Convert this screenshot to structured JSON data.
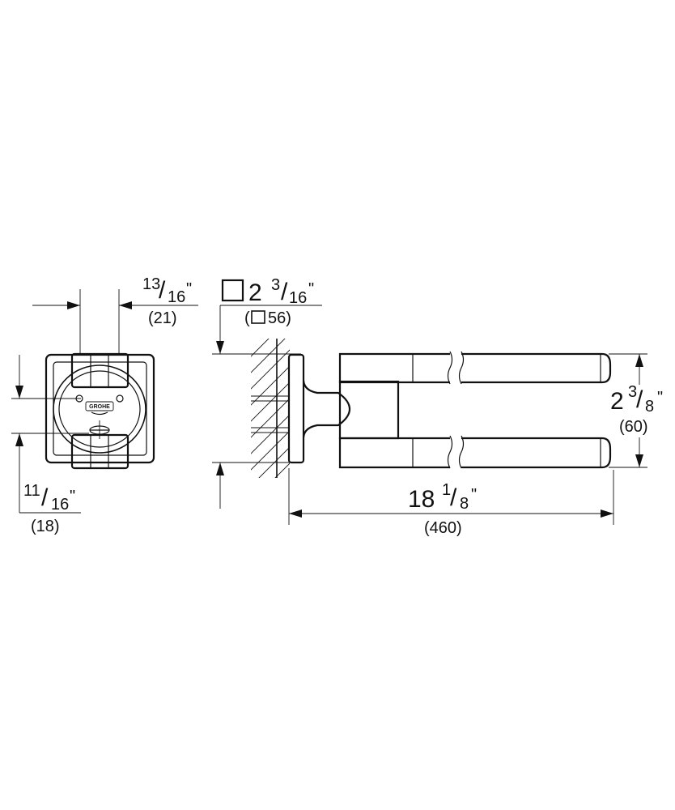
{
  "dimensions": {
    "backplate_offset": {
      "whole": "",
      "num": "13",
      "den": "16",
      "unit": "\"",
      "metric": "(21)"
    },
    "mount_offset": {
      "whole": "",
      "num": "11",
      "den": "16",
      "unit": "\"",
      "metric": "(18)"
    },
    "backplate_size": {
      "whole": "2",
      "num": "3",
      "den": "16",
      "unit": "\"",
      "metric_prefix": "(",
      "metric_value": "56)"
    },
    "bar_spacing": {
      "whole": "2",
      "num": "3",
      "den": "8",
      "unit": "\"",
      "metric": "(60)"
    },
    "projection": {
      "whole": "18",
      "num": "1",
      "den": "8",
      "unit": "\"",
      "metric": "(460)"
    }
  },
  "logo": {
    "text": "GROHE"
  }
}
